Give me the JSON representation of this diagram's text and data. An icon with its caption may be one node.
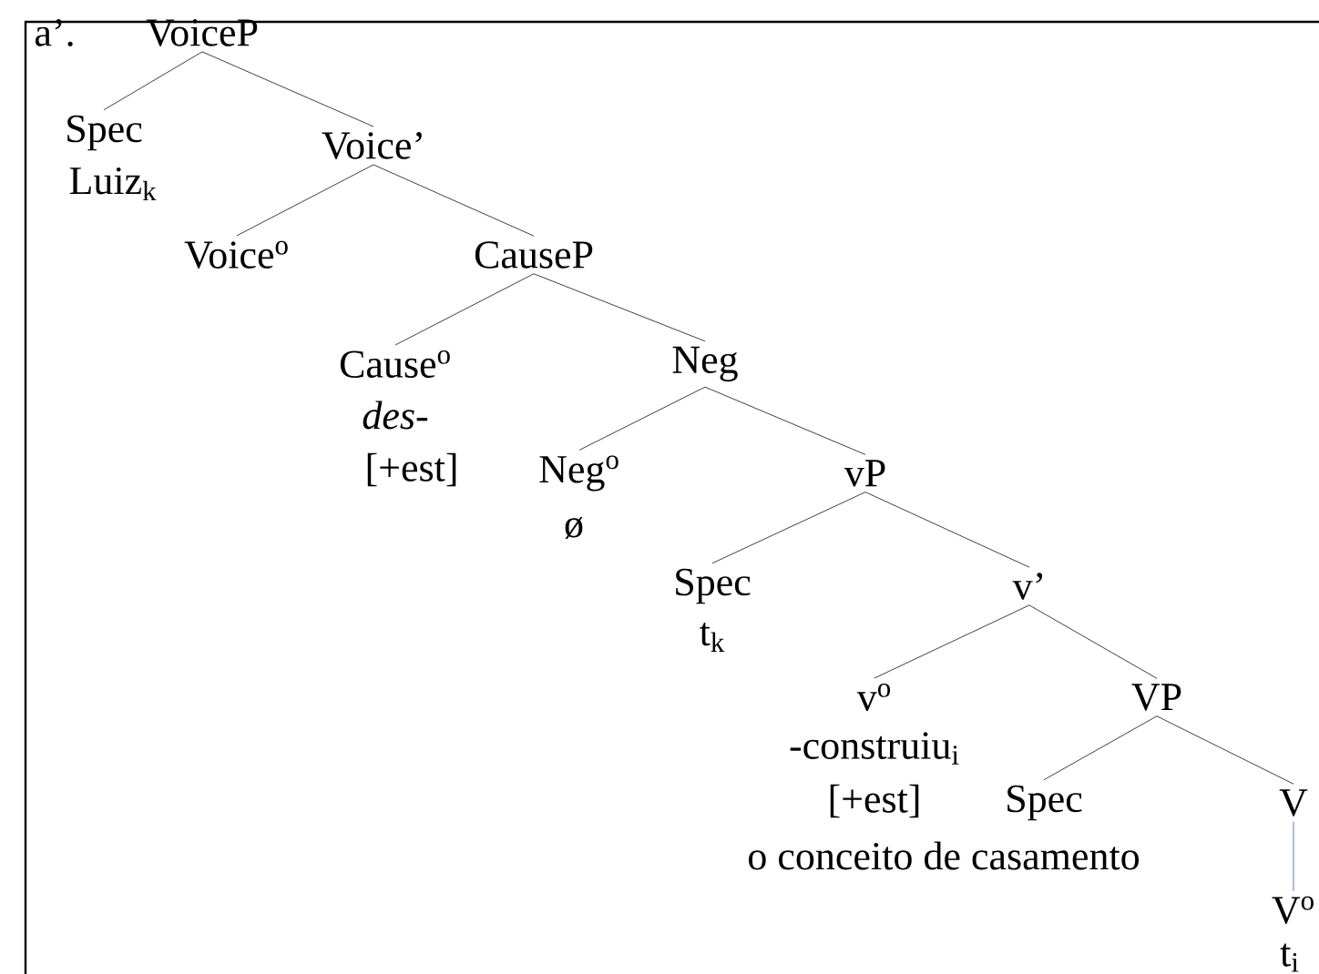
{
  "diagram": {
    "nodes": [
      {
        "text": [
          "VoiceP"
        ]
      },
      {
        "text": [
          "Spec",
          "Luiz$_{k}$"
        ]
      },
      {
        "text": [
          "Voice’"
        ]
      },
      {
        "text": [
          "Voice$^{o}$"
        ]
      },
      {
        "text": [
          "CauseP"
        ]
      },
      {
        "text": [
          "Cause$^{o}$",
          "*des*-",
          "[+est]"
        ]
      },
      {
        "text": [
          "Neg"
        ]
      },
      {
        "text": [
          "Neg$^{o}$",
          "ø"
        ]
      },
      {
        "text": [
          "vP"
        ]
      },
      {
        "text": [
          "Spec",
          "t$_{k}$"
        ]
      },
      {
        "text": [
          "v’"
        ]
      },
      {
        "text": [
          "v$^{o}$",
          "-construiu$_{i}$",
          "[+est]"
        ]
      },
      {
        "text": [
          "VP"
        ]
      },
      {
        "text": [
          "Spec",
          "o conceito de casamento"
        ]
      },
      {
        "text": [
          "V"
        ]
      },
      {
        "text": [
          "V$^{o}$",
          "t$_{i}$"
        ]
      }
    ],
    "edges": [
      {
        "from": 0,
        "to": 1,
        "arrow": "none"
      },
      {
        "from": 0,
        "to": 2,
        "arrow": "none"
      },
      {
        "from": 2,
        "to": 3,
        "arrow": "none"
      },
      {
        "from": 2,
        "to": 4,
        "arrow": "none"
      },
      {
        "from": 4,
        "to": 5,
        "arrow": "none"
      },
      {
        "from": 4,
        "to": 6,
        "arrow": "none"
      },
      {
        "from": 6,
        "to": 7,
        "arrow": "none"
      },
      {
        "from": 6,
        "to": 8,
        "arrow": "none"
      },
      {
        "from": 8,
        "to": 9,
        "arrow": "none"
      },
      {
        "from": 8,
        "to": 10,
        "arrow": "none"
      },
      {
        "from": 10,
        "to": 11,
        "arrow": "none"
      },
      {
        "from": 10,
        "to": 12,
        "arrow": "none"
      },
      {
        "from": 12,
        "to": 13,
        "arrow": "none"
      },
      {
        "from": 12,
        "to": 14,
        "arrow": "none"
      },
      {
        "from": 14,
        "to": 15,
        "arrow": "none",
        "color": "#4f81bd"
      }
    ],
    "labels": [
      "a’."
    ]
  }
}
